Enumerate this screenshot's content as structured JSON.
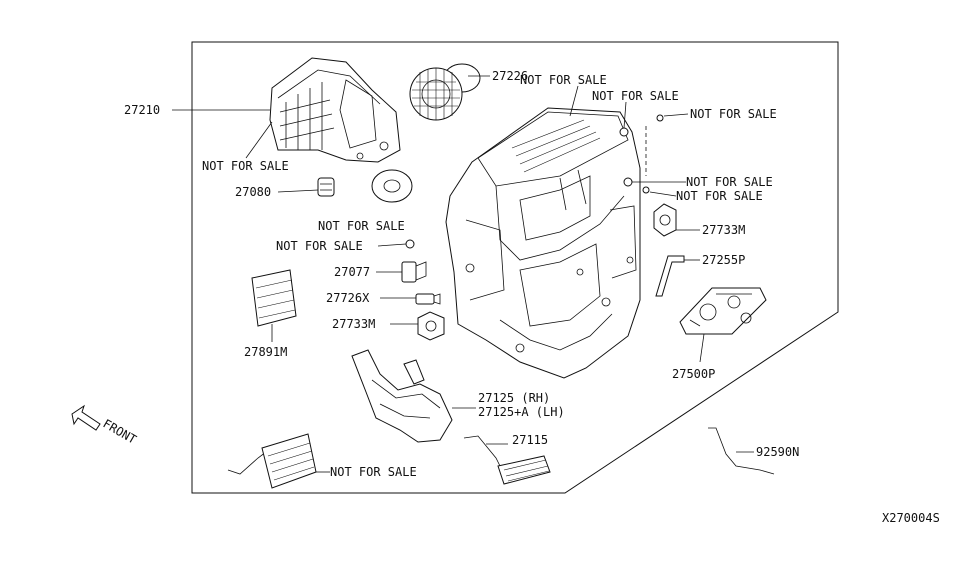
{
  "diagram": {
    "ref_code": "X270004S",
    "front_label": "FRONT",
    "labels": {
      "p27210": "27210",
      "p27226": "27226",
      "nfs_top1": "NOT FOR SALE",
      "nfs_top2": "NOT FOR SALE",
      "nfs_top3": "NOT FOR SALE",
      "nfs_mid1": "NOT FOR SALE",
      "nfs_mid2": "NOT FOR SALE",
      "nfs_case": "NOT FOR SALE",
      "p27080": "27080",
      "nfs_motor": "NOT FOR SALE",
      "nfs_clip": "NOT FOR SALE",
      "p27733m_r": "27733M",
      "p27077": "27077",
      "p27255p": "27255P",
      "p27726x": "27726X",
      "p27733m_l": "27733M",
      "p27891m": "27891M",
      "p27500p": "27500P",
      "p27125_rh": "27125  (RH)",
      "p27125_lh": "27125+A (LH)",
      "p27115": "27115",
      "p92590n": "92590N",
      "nfs_evap": "NOT FOR SALE"
    }
  }
}
